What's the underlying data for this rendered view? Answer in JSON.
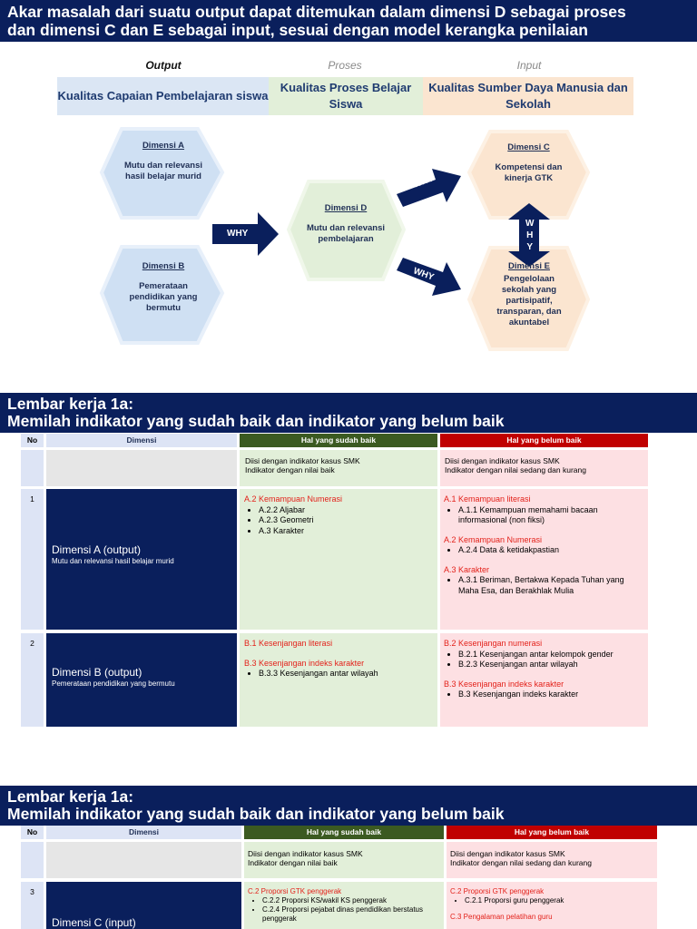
{
  "slide1": {
    "title_line1": "Akar masalah dari suatu output dapat ditemukan dalam dimensi D sebagai proses",
    "title_line2": "dan dimensi C dan E sebagai input, sesuai dengan model kerangka penilaian",
    "col_output": "Output",
    "col_proses": "Proses",
    "col_input": "Input",
    "head_output": "Kualitas Capaian Pembelajaran siswa",
    "head_proses": "Kualitas Proses Belajar Siswa",
    "head_input": "Kualitas Sumber Daya Manusia dan Sekolah",
    "dim_a_title": "Dimensi A",
    "dim_a_body": "Mutu dan relevansi hasil belajar murid",
    "dim_b_title": "Dimensi B",
    "dim_b_body": "Pemerataan pendidikan yang bermutu",
    "dim_d_title": "Dimensi D",
    "dim_d_body": "Mutu dan relevansi pembelajaran",
    "dim_c_title": "Dimensi C",
    "dim_c_body": "Kompetensi dan kinerja GTK",
    "dim_e_title": "Dimensi E",
    "dim_e_body": "Pengelolaan sekolah yang partisipatif, transparan, dan akuntabel",
    "why": "WHY",
    "why_v": [
      "W",
      "H",
      "Y"
    ],
    "colors": {
      "navy": "#0a1f5c",
      "hex_blue": "#cfe0f3",
      "hex_green": "#e2efd9",
      "hex_orange": "#fbe5d0"
    }
  },
  "sheet": {
    "title_line1": "Lembar kerja 1a:",
    "title_line2": "Memilah indikator yang sudah baik dan indikator yang belum baik",
    "h_no": "No",
    "h_dim": "Dimensi",
    "h_good": "Hal yang sudah baik",
    "h_bad": "Hal yang belum baik",
    "good_hint1": "Diisi dengan indikator kasus SMK",
    "good_hint2": "Indikator dengan nilai baik",
    "bad_hint1": "Diisi dengan indikator kasus SMK",
    "bad_hint2": "Indikator dengan nilai sedang dan kurang"
  },
  "rows": {
    "r1": {
      "no": "1",
      "dim": "Dimensi A (output)",
      "dim_sub": "Mutu dan relevansi hasil belajar murid",
      "good_head": "A.2 Kemampuan Numerasi",
      "good_items": [
        "A.2.2 Aljabar",
        "A.2.3 Geometri",
        "A.3 Karakter"
      ],
      "bad_head1": "A.1 Kemampuan literasi",
      "bad_items1": [
        "A.1.1 Kemampuan memahami bacaan informasional (non fiksi)"
      ],
      "bad_head2": "A.2 Kemampuan Numerasi",
      "bad_items2": [
        "A.2.4 Data & ketidakpastian"
      ],
      "bad_head3": "A.3 Karakter",
      "bad_items3": [
        "A.3.1 Beriman, Bertakwa Kepada Tuhan yang Maha Esa, dan Berakhlak Mulia"
      ]
    },
    "r2": {
      "no": "2",
      "dim": "Dimensi B (output)",
      "dim_sub": "Pemerataan pendidikan yang bermutu",
      "good_head1": "B.1 Kesenjangan literasi",
      "good_head2": "B.3 Kesenjangan indeks karakter",
      "good_items2": [
        "B.3.3 Kesenjangan antar wilayah"
      ],
      "bad_head1": "B.2 Kesenjangan numerasi",
      "bad_items1": [
        "B.2.1 Kesenjangan antar kelompok gender",
        "B.2.3 Kesenjangan antar wilayah"
      ],
      "bad_head2": "B.3 Kesenjangan indeks karakter",
      "bad_items2": [
        "B.3 Kesenjangan indeks karakter"
      ]
    },
    "r3": {
      "no": "3",
      "dim": "Dimensi C (input)",
      "good_head": "C.2 Proporsi GTK penggerak",
      "good_items": [
        "C.2.2 Proporsi KS/wakil KS penggerak",
        "C.2.4 Proporsi pejabat dinas pendidikan berstatus penggerak"
      ],
      "bad_head1": "C.2 Proporsi GTK penggerak",
      "bad_items1": [
        "C.2.1 Proporsi guru penggerak"
      ],
      "bad_head2": "C.3 Pengalaman pelatihan guru"
    }
  }
}
